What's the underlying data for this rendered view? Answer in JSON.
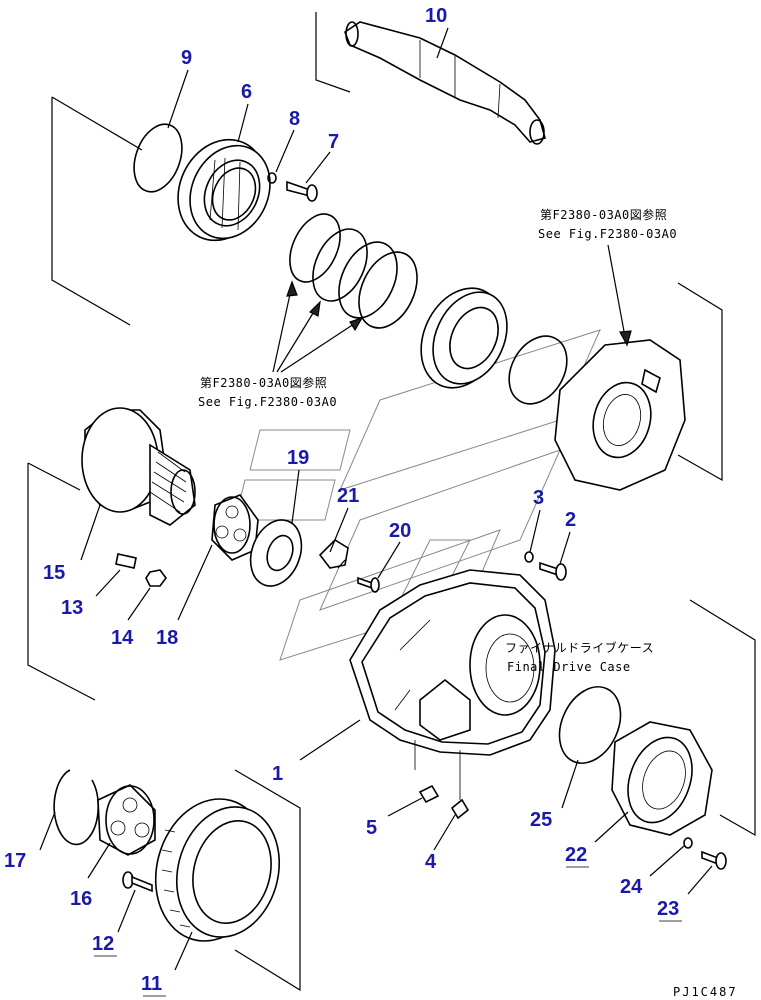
{
  "diagram": {
    "parts": [
      {
        "id": "p1",
        "label": "1"
      },
      {
        "id": "p2",
        "label": "2"
      },
      {
        "id": "p3",
        "label": "3"
      },
      {
        "id": "p4",
        "label": "4"
      },
      {
        "id": "p5",
        "label": "5"
      },
      {
        "id": "p6",
        "label": "6"
      },
      {
        "id": "p7",
        "label": "7"
      },
      {
        "id": "p8",
        "label": "8"
      },
      {
        "id": "p9",
        "label": "9"
      },
      {
        "id": "p10",
        "label": "10"
      },
      {
        "id": "p11",
        "label": "11"
      },
      {
        "id": "p12",
        "label": "12"
      },
      {
        "id": "p13",
        "label": "13"
      },
      {
        "id": "p14",
        "label": "14"
      },
      {
        "id": "p15",
        "label": "15"
      },
      {
        "id": "p16",
        "label": "16"
      },
      {
        "id": "p17",
        "label": "17"
      },
      {
        "id": "p18",
        "label": "18"
      },
      {
        "id": "p19",
        "label": "19"
      },
      {
        "id": "p20",
        "label": "20"
      },
      {
        "id": "p21",
        "label": "21"
      },
      {
        "id": "p22",
        "label": "22"
      },
      {
        "id": "p23",
        "label": "23"
      },
      {
        "id": "p24",
        "label": "24"
      },
      {
        "id": "p25",
        "label": "25"
      }
    ],
    "notes": {
      "ref_right_jp": "第F2380-03A0図参照",
      "ref_right_en": "See Fig.F2380-03A0",
      "ref_left_jp": "第F2380-03A0図参照",
      "ref_left_en": "See Fig.F2380-03A0",
      "case_jp": "ファイナルドライブケース",
      "case_en": "Final Drive Case"
    },
    "drawing_code": "PJ1C487"
  }
}
